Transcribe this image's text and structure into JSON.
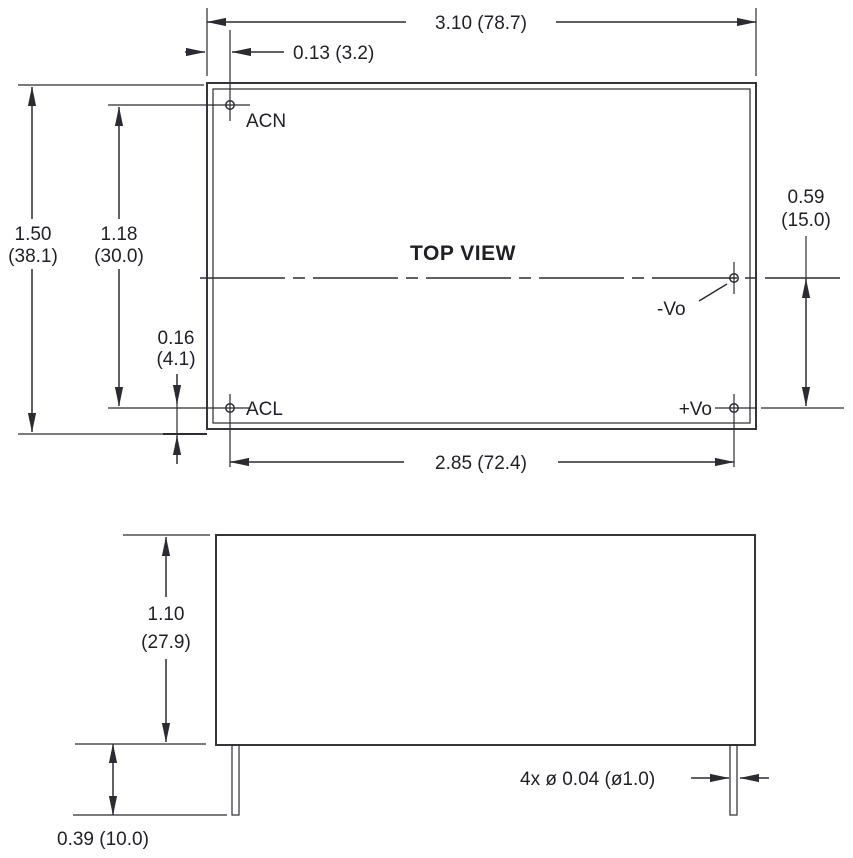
{
  "drawing": {
    "view_label": "TOP VIEW",
    "pins": {
      "top_left": "ACN",
      "bottom_left": "ACL",
      "mid_right": "-Vo",
      "bottom_right": "+Vo"
    },
    "dimensions": {
      "body_width": "3.10 (78.7)",
      "pin_offset_x": "0.13 (3.2)",
      "body_height_in": "1.50",
      "body_height_mm": "(38.1)",
      "pin_span_y_in": "1.18",
      "pin_span_y_mm": "(30.0)",
      "pin_inset_y_in": "0.16",
      "pin_inset_y_mm": "(4.1)",
      "pin_span_x": "2.85 (72.4)",
      "vo_offset_in": "0.59",
      "vo_offset_mm": "(15.0)",
      "case_height_in": "1.10",
      "case_height_mm": "(27.9)",
      "pin_standoff": "0.39 (10.0)",
      "pin_diameter": "4x ø 0.04 (ø1.0)"
    },
    "line_color": "#2b2b33"
  }
}
